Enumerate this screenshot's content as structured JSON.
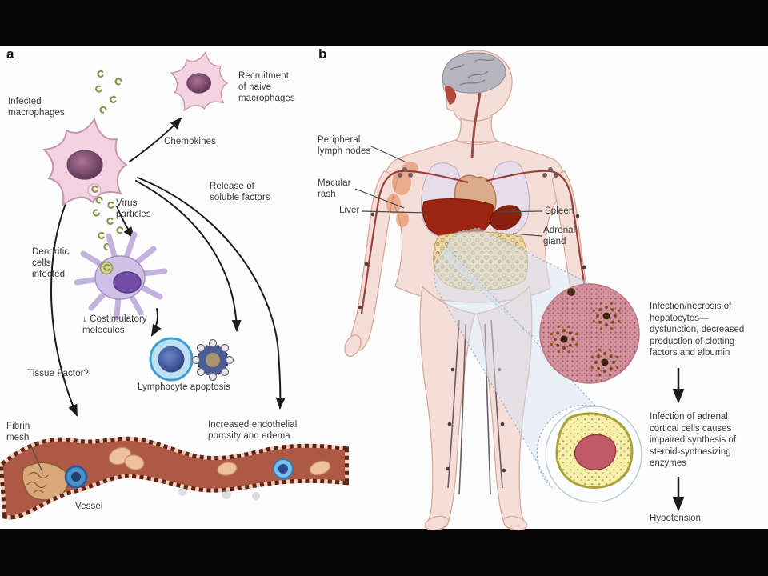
{
  "figure": {
    "type": "pathogenesis-diagram",
    "panel_a": {
      "letter": "a",
      "labels": {
        "infected_macrophages": "Infected\nmacrophages",
        "recruitment": "Recruitment\nof naive\nmacrophages",
        "chemokines": "Chemokines",
        "release_soluble": "Release of\nsoluble factors",
        "virus_particles": "Virus\nparticles",
        "dendritic_infected": "Dendritic\ncells\ninfected",
        "costimulatory": "↓ Costimulatory\nmolecules",
        "lymphocyte_apoptosis": "Lymphocyte apoptosis",
        "tissue_factor": "Tissue Factor?",
        "fibrin_mesh": "Fibrin\nmesh",
        "increased_endothelial": "Increased endothelial\nporosity and edema",
        "vessel": "Vessel"
      }
    },
    "panel_b": {
      "letter": "b",
      "labels": {
        "peripheral_lymph_nodes": "Peripheral\nlymph nodes",
        "macular_rash": "Macular\nrash",
        "liver": "Liver",
        "spleen": "Spleen",
        "adrenal_gland": "Adrenal\ngland",
        "hepatocyte_outcome": "Infection/necrosis of\nhepatocytes—\ndysfunction, decreased\nproduction of clotting\nfactors and albumin",
        "adrenal_outcome": "Infection of adrenal\ncortical cells causes\nimpaired synthesis of\nsteroid-synthesizing\nenzymes",
        "hypotension": "Hypotension"
      }
    },
    "colors": {
      "letterbox": "#050505",
      "macrophage_pink": "#f3d3e1",
      "nucleus_purple": "#5e3354",
      "virus_olive": "#8f944c",
      "dendritic_purple": "#cfc0e6",
      "lymphocyte_blue": "#2a4b9b",
      "vessel_red": "#ad5944",
      "body_pink": "#f6ded8",
      "liver_red": "#9c2410",
      "histology_pink": "#d494a0",
      "adrenal_cortex_yellow": "#f6efae",
      "adrenal_medulla": "#c05a68",
      "magnifier_cone_blue": "#d3e2ef",
      "text": "#3a3a3c"
    }
  }
}
